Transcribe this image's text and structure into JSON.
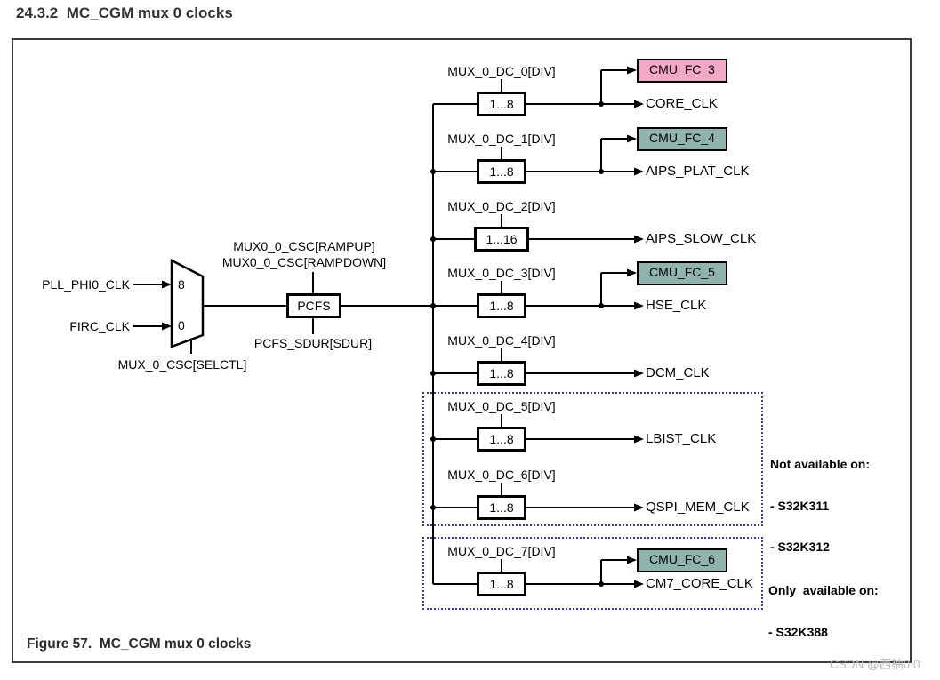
{
  "page": {
    "section_title": "24.3.2  MC_CGM mux 0 clocks",
    "figure_caption": "Figure 57.  MC_CGM mux 0 clocks",
    "watermark": "CSDN @西柚0.0"
  },
  "colors": {
    "cmu_pink": "#F4A7C7",
    "cmu_teal": "#8FB4AB",
    "dotted_border_blue": "#3333cc",
    "wire_black": "#000000",
    "frame_gray": "#3c3c3c"
  },
  "mux": {
    "inputs": [
      {
        "label": "PLL_PHI0_CLK",
        "port": "8"
      },
      {
        "label": "FIRC_CLK",
        "port": "0"
      }
    ],
    "select_label": "MUX_0_CSC[SELCTL]"
  },
  "pcfs": {
    "label": "PCFS",
    "top_labels": [
      "MUX0_0_CSC[RAMPUP]",
      "MUX0_0_CSC[RAMPDOWN]"
    ],
    "bottom_label": "PCFS_SDUR[SDUR]"
  },
  "rows": [
    {
      "div_label": "MUX_0_DC_0[DIV]",
      "divider": "1...8",
      "output": "CORE_CLK",
      "cmu": "CMU_FC_3"
    },
    {
      "div_label": "MUX_0_DC_1[DIV]",
      "divider": "1...8",
      "output": "AIPS_PLAT_CLK",
      "cmu": "CMU_FC_4"
    },
    {
      "div_label": "MUX_0_DC_2[DIV]",
      "divider": "1...16",
      "output": "AIPS_SLOW_CLK"
    },
    {
      "div_label": "MUX_0_DC_3[DIV]",
      "divider": "1...8",
      "output": "HSE_CLK",
      "cmu": "CMU_FC_5"
    },
    {
      "div_label": "MUX_0_DC_4[DIV]",
      "divider": "1...8",
      "output": "DCM_CLK"
    },
    {
      "div_label": "MUX_0_DC_5[DIV]",
      "divider": "1...8",
      "output": "LBIST_CLK"
    },
    {
      "div_label": "MUX_0_DC_6[DIV]",
      "divider": "1...8",
      "output": "QSPI_MEM_CLK"
    },
    {
      "div_label": "MUX_0_DC_7[DIV]",
      "divider": "1...8",
      "output": "CM7_CORE_CLK",
      "cmu": "CMU_FC_6"
    }
  ],
  "notes": [
    {
      "title": "Not available on:",
      "items": [
        "- S32K311",
        "- S32K312"
      ]
    },
    {
      "title": "Only  available on:",
      "items": [
        "- S32K388"
      ]
    }
  ]
}
